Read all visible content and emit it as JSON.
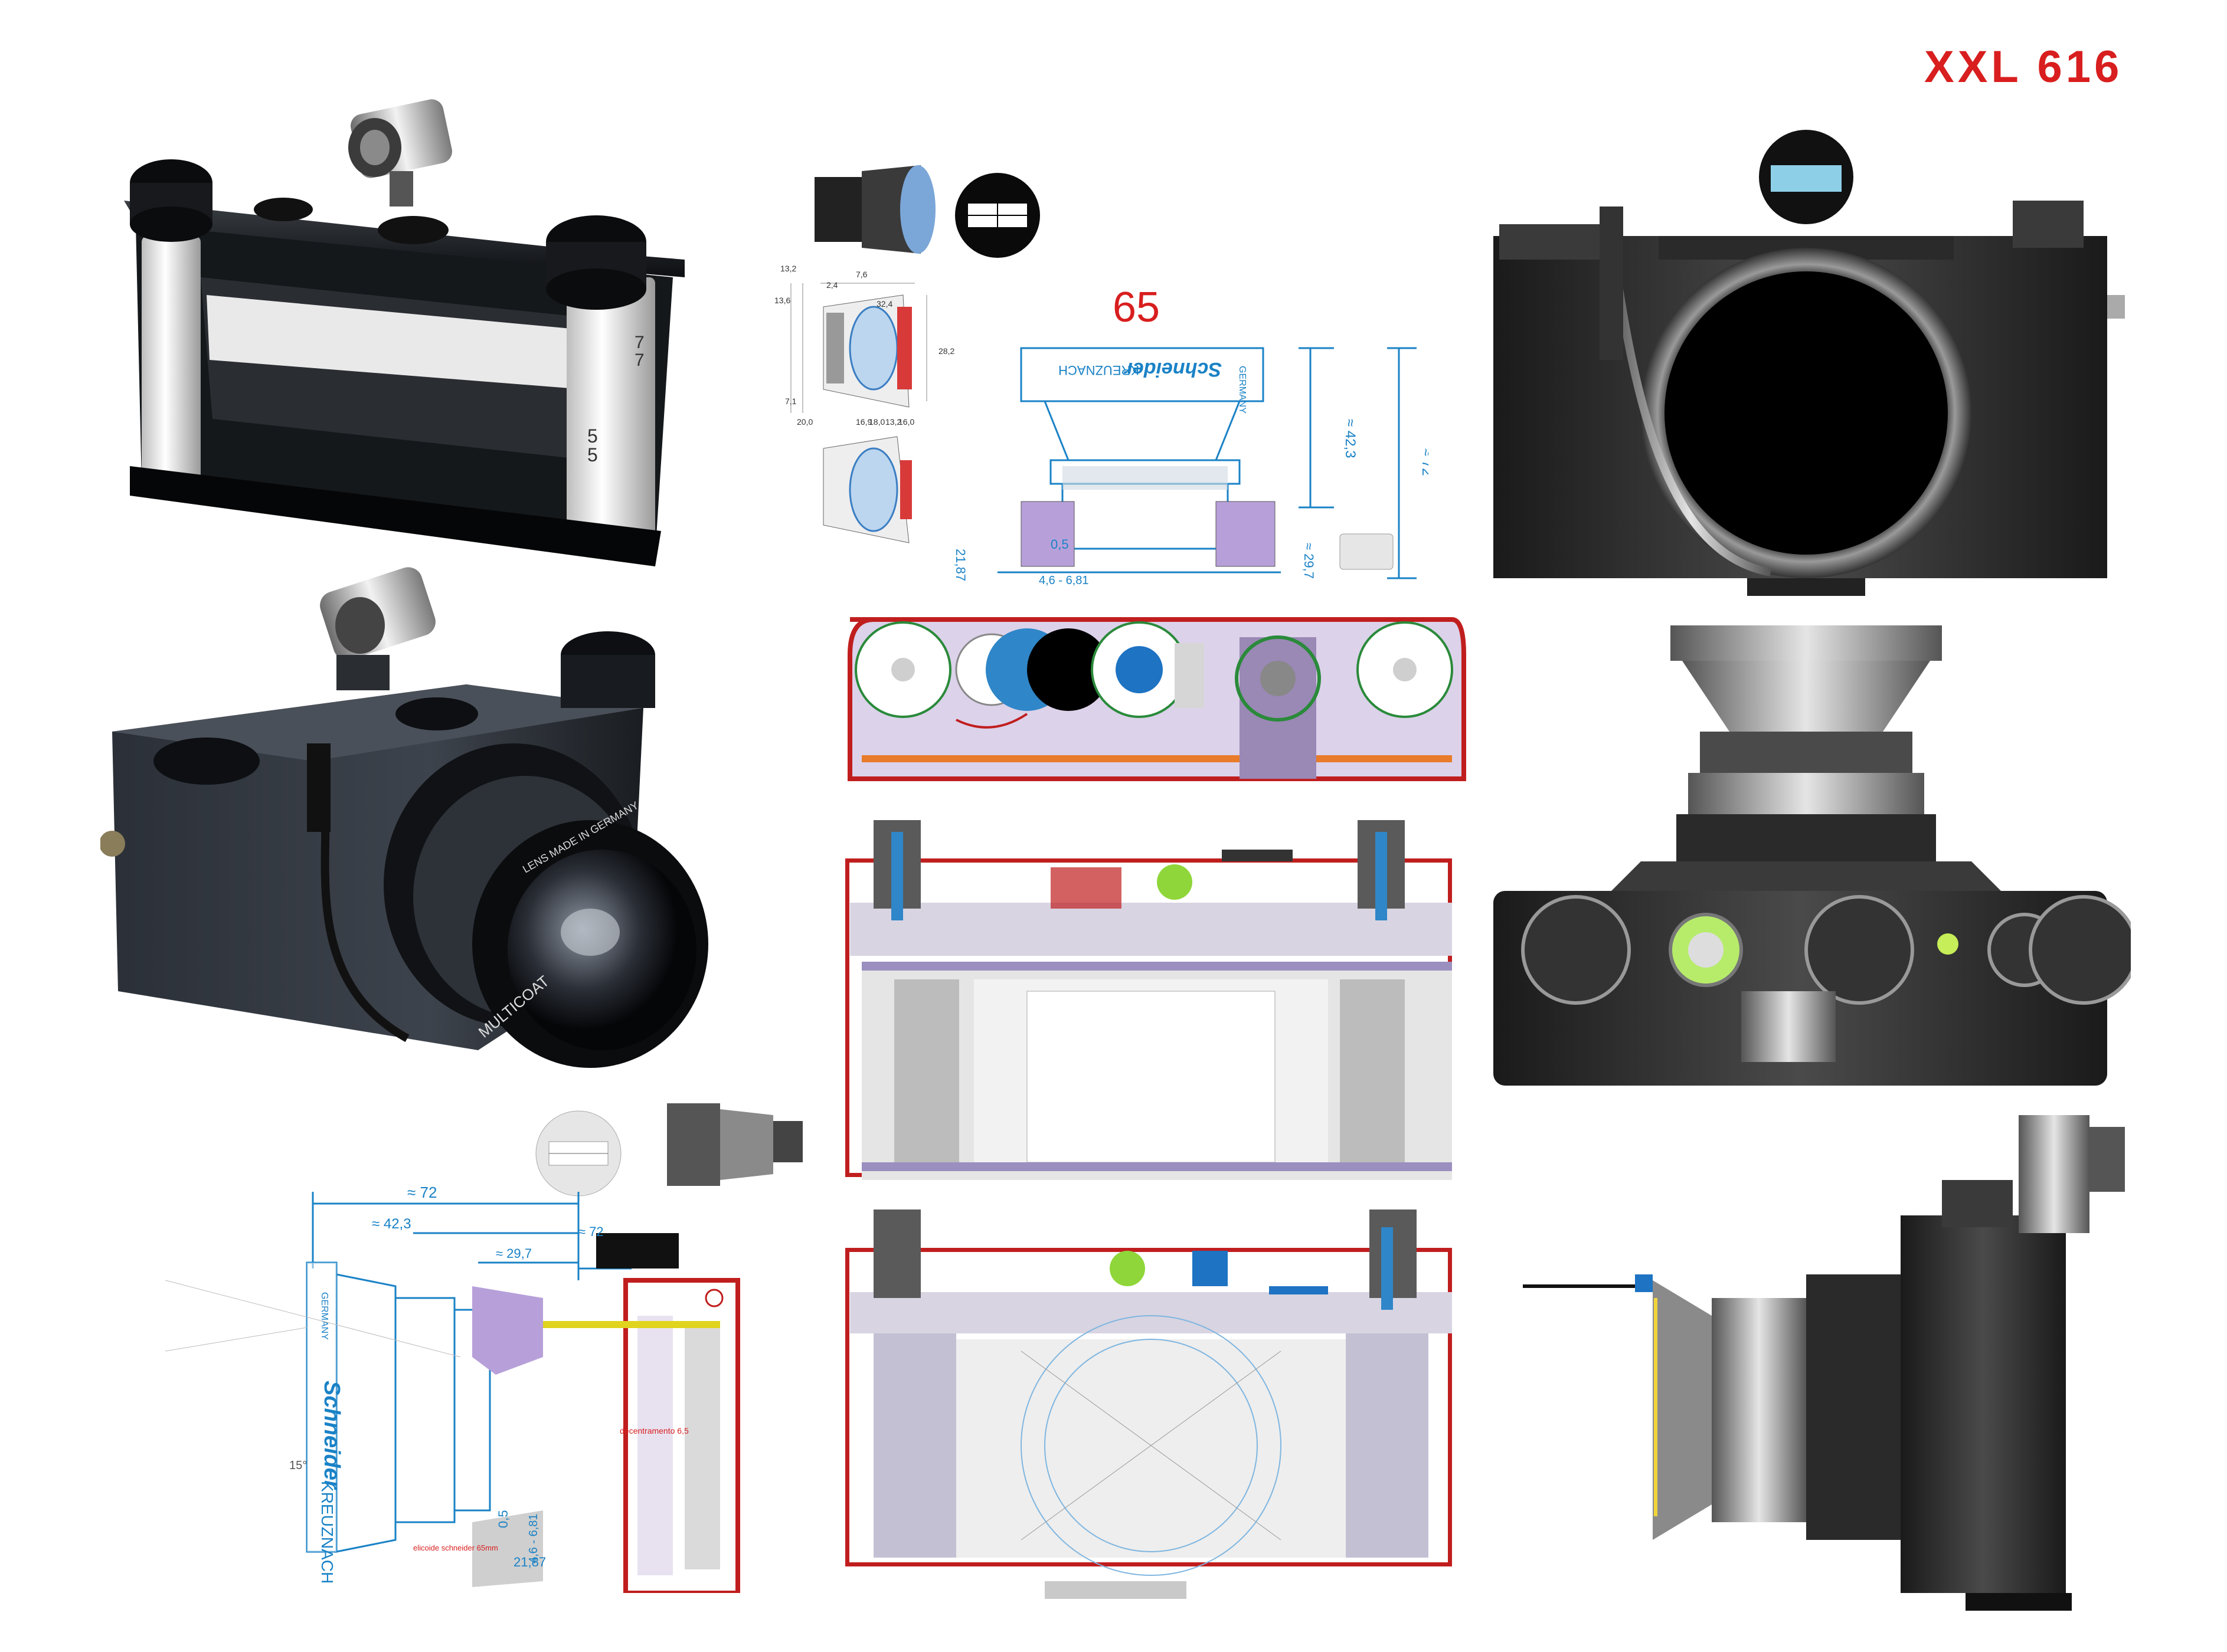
{
  "header": {
    "title": "XXL 616"
  },
  "drawing": {
    "focal_length": "65",
    "lens_brand": "Schneider",
    "lens_city": "KREUZNACH",
    "lens_country": "GERMANY",
    "photo_roll_numbers": [
      "5",
      "5",
      "7",
      "7"
    ],
    "photo_lens_ring_text": "MULTICOAT",
    "photo_lens_made_text": "LENS MADE IN GERMANY",
    "dims_top": {
      "d_72": "≈ 72",
      "d_423": "≈ 42,3",
      "d_297": "≈ 29,7",
      "d_2187": "21,87",
      "d_05": "0,5",
      "d_46_681": "4,6 - 6,81"
    },
    "dims_small_lens": [
      "13,2",
      "13,6",
      "2,4",
      "7,6",
      "32,4",
      "28,2",
      "7,1",
      "20,0",
      "16,9",
      "18,0",
      "13,2",
      "16,0"
    ],
    "dims_side": {
      "d_72": "≈ 72",
      "d_423": "≈ 42,3",
      "d_297": "≈ 29,7",
      "d_72b": "≈ 72",
      "d_2187": "21,87",
      "d_05": "0,5",
      "d_46_681": "4,6 - 6,81",
      "angle": "15°"
    },
    "note_decentramento": "decentramento 6,5",
    "note_elicoide": "elicoide schneider 65mm"
  },
  "colors": {
    "accent_red": "#d81e1e",
    "dim_blue": "#1a82c6"
  }
}
